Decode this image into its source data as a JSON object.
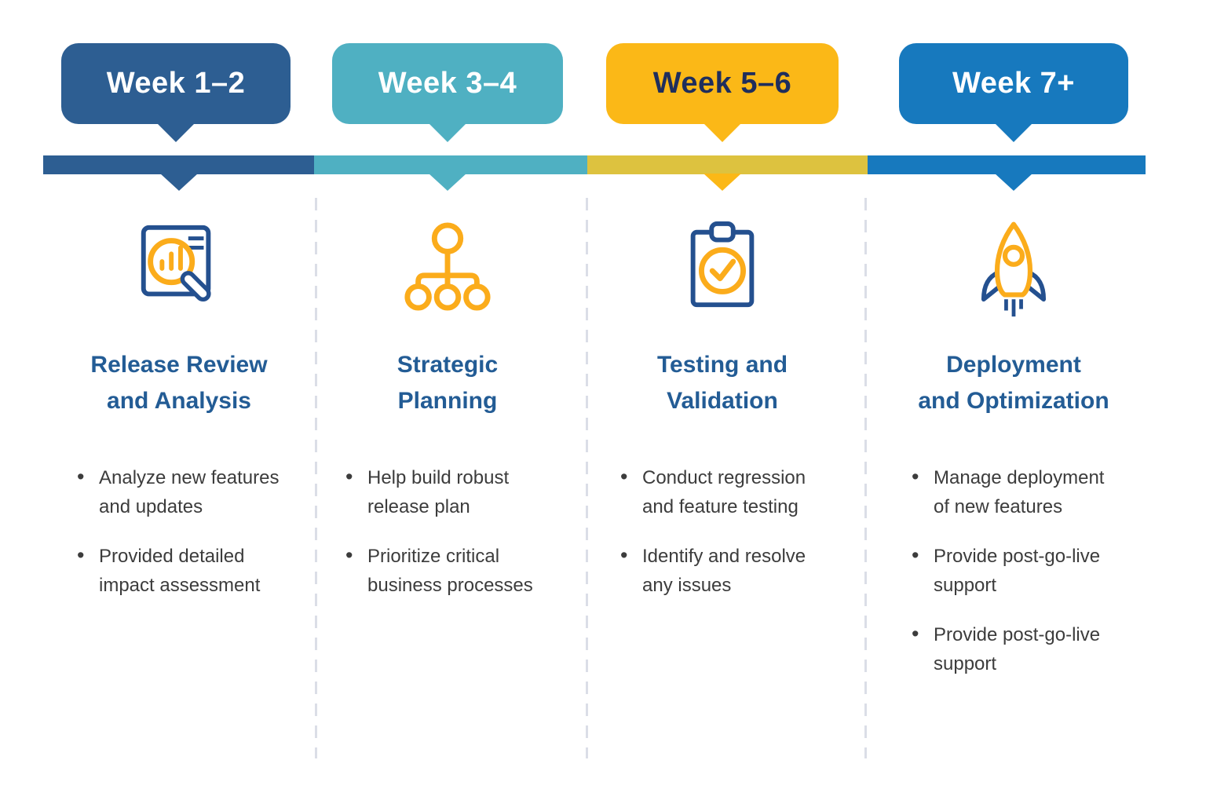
{
  "palette": {
    "navy": "#2D5E92",
    "teal": "#4FB0C2",
    "yellow": "#FBB817",
    "gold_bar": "#DDC23F",
    "blue": "#1779BE",
    "title_blue": "#235C95",
    "badge3_text": "#1F2E5C",
    "body_text": "#3C3C3C",
    "divider": "#DBDEE7",
    "icon_navy": "#24508F",
    "icon_gold": "#FBAC1B"
  },
  "header": {
    "badges": [
      {
        "label": "Week 1–2"
      },
      {
        "label": "Week 3–4"
      },
      {
        "label": "Week 5–6"
      },
      {
        "label": "Week 7+"
      }
    ]
  },
  "columns": [
    {
      "icon": "analysis-report-icon",
      "title": "Release Review\nand Analysis",
      "bullets": [
        "Analyze new features\nand updates",
        "Provided detailed\nimpact assessment"
      ]
    },
    {
      "icon": "org-chart-icon",
      "title": "Strategic\nPlanning",
      "bullets": [
        "Help build robust\nrelease plan",
        "Prioritize critical\nbusiness processes"
      ]
    },
    {
      "icon": "clipboard-check-icon",
      "title": "Testing and\nValidation",
      "bullets": [
        "Conduct regression\nand feature testing",
        "Identify and resolve\nany issues"
      ]
    },
    {
      "icon": "rocket-icon",
      "title": "Deployment\nand Optimization",
      "bullets": [
        "Manage deployment\nof new features",
        "Provide post-go-live\nsupport",
        "Provide post-go-live\nsupport"
      ]
    }
  ]
}
